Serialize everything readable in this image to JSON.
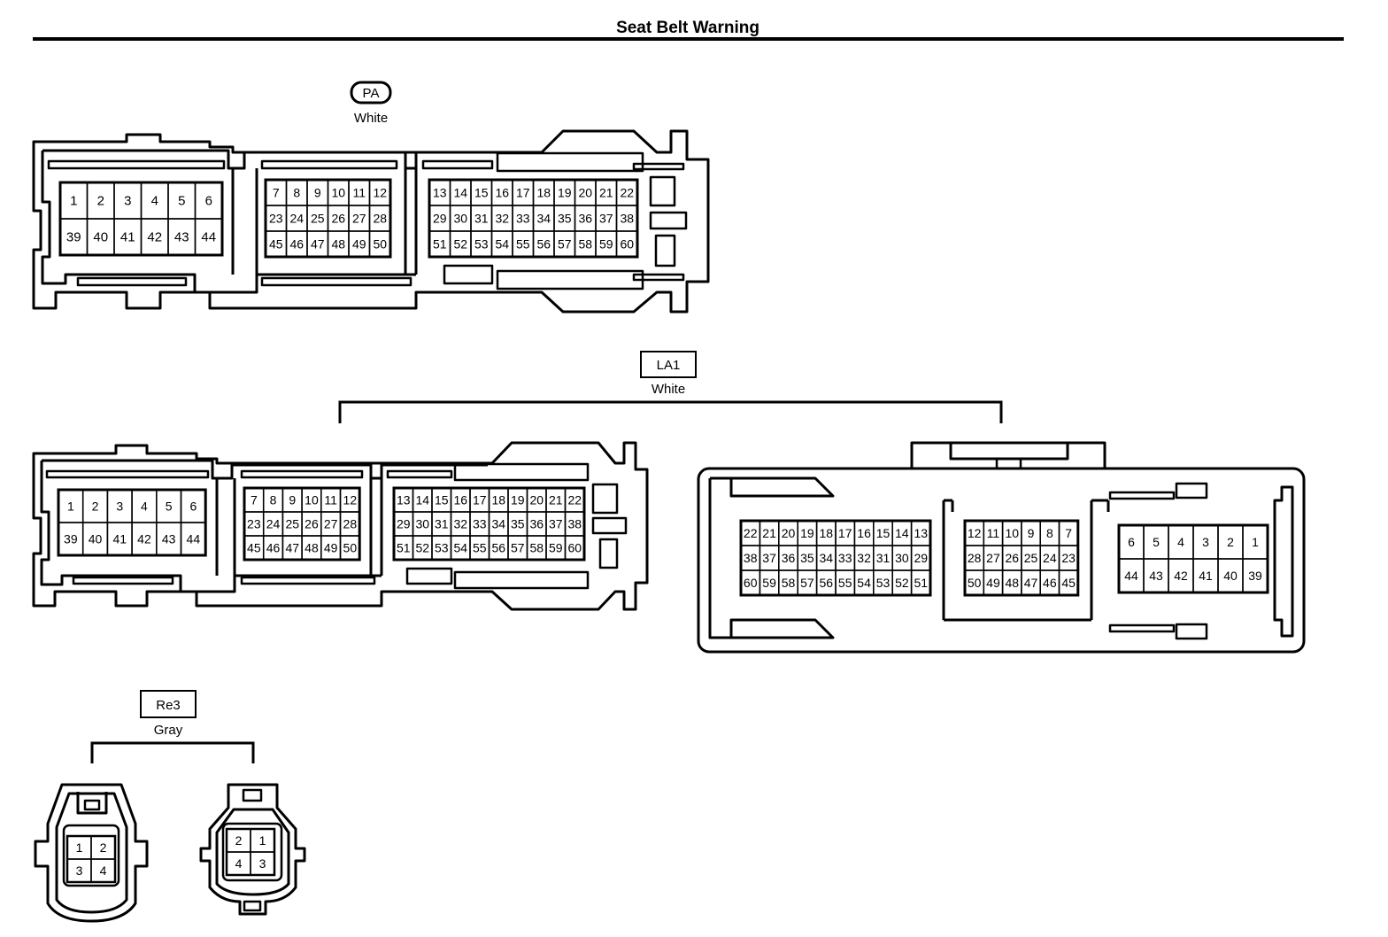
{
  "page": {
    "title": "Seat Belt Warning"
  },
  "connectors": {
    "pa": {
      "code": "PA",
      "color": "White",
      "blocks": [
        {
          "rows": [
            [
              "1",
              "2",
              "3",
              "4",
              "5",
              "6"
            ],
            [
              "39",
              "40",
              "41",
              "42",
              "43",
              "44"
            ]
          ]
        },
        {
          "rows": [
            [
              "7",
              "8",
              "9",
              "10",
              "11",
              "12"
            ],
            [
              "23",
              "24",
              "25",
              "26",
              "27",
              "28"
            ],
            [
              "45",
              "46",
              "47",
              "48",
              "49",
              "50"
            ]
          ]
        },
        {
          "rows": [
            [
              "13",
              "14",
              "15",
              "16",
              "17",
              "18",
              "19",
              "20",
              "21",
              "22"
            ],
            [
              "29",
              "30",
              "31",
              "32",
              "33",
              "34",
              "35",
              "36",
              "37",
              "38"
            ],
            [
              "51",
              "52",
              "53",
              "54",
              "55",
              "56",
              "57",
              "58",
              "59",
              "60"
            ]
          ]
        }
      ]
    },
    "la1": {
      "code": "LA1",
      "color": "White",
      "male": {
        "blocks": [
          {
            "rows": [
              [
                "1",
                "2",
                "3",
                "4",
                "5",
                "6"
              ],
              [
                "39",
                "40",
                "41",
                "42",
                "43",
                "44"
              ]
            ]
          },
          {
            "rows": [
              [
                "7",
                "8",
                "9",
                "10",
                "11",
                "12"
              ],
              [
                "23",
                "24",
                "25",
                "26",
                "27",
                "28"
              ],
              [
                "45",
                "46",
                "47",
                "48",
                "49",
                "50"
              ]
            ]
          },
          {
            "rows": [
              [
                "13",
                "14",
                "15",
                "16",
                "17",
                "18",
                "19",
                "20",
                "21",
                "22"
              ],
              [
                "29",
                "30",
                "31",
                "32",
                "33",
                "34",
                "35",
                "36",
                "37",
                "38"
              ],
              [
                "51",
                "52",
                "53",
                "54",
                "55",
                "56",
                "57",
                "58",
                "59",
                "60"
              ]
            ]
          }
        ]
      },
      "female": {
        "blocks": [
          {
            "rows": [
              [
                "22",
                "21",
                "20",
                "19",
                "18",
                "17",
                "16",
                "15",
                "14",
                "13"
              ],
              [
                "38",
                "37",
                "36",
                "35",
                "34",
                "33",
                "32",
                "31",
                "30",
                "29"
              ],
              [
                "60",
                "59",
                "58",
                "57",
                "56",
                "55",
                "54",
                "53",
                "52",
                "51"
              ]
            ]
          },
          {
            "rows": [
              [
                "12",
                "11",
                "10",
                "9",
                "8",
                "7"
              ],
              [
                "28",
                "27",
                "26",
                "25",
                "24",
                "23"
              ],
              [
                "50",
                "49",
                "48",
                "47",
                "46",
                "45"
              ]
            ]
          },
          {
            "rows": [
              [
                "6",
                "5",
                "4",
                "3",
                "2",
                "1"
              ],
              [
                "44",
                "43",
                "42",
                "41",
                "40",
                "39"
              ]
            ]
          }
        ]
      }
    },
    "re3": {
      "code": "Re3",
      "color": "Gray",
      "left": {
        "rows": [
          [
            "1",
            "2"
          ],
          [
            "3",
            "4"
          ]
        ]
      },
      "right": {
        "rows": [
          [
            "2",
            "1"
          ],
          [
            "4",
            "3"
          ]
        ]
      }
    }
  }
}
